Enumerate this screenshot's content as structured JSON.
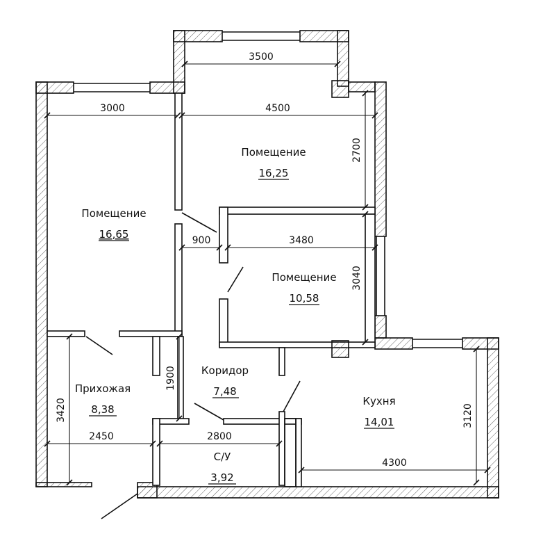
{
  "rooms": [
    {
      "name": "Помещение",
      "area": "16,65"
    },
    {
      "name": "Помещение",
      "area": "16,25"
    },
    {
      "name": "Помещение",
      "area": "10,58"
    },
    {
      "name": "Коридор",
      "area": "7,48"
    },
    {
      "name": "Прихожая",
      "area": "8,38"
    },
    {
      "name": "Кухня",
      "area": "14,01"
    },
    {
      "name": "С/У",
      "area": "3,92"
    }
  ],
  "dimensions": {
    "balcony_width": "3500",
    "room1_width": "3000",
    "room2_width": "4500",
    "room2_depth": "2700",
    "door_gap": "900",
    "room3_width": "3480",
    "room3_depth": "3040",
    "corridor_depth": "1900",
    "hall_depth": "3420",
    "hall_width": "2450",
    "bath_width": "2800",
    "kitchen_depth": "3120",
    "kitchen_width": "4300"
  },
  "colors": {
    "line": "#111111",
    "hatch": "#555555",
    "background": "#ffffff"
  }
}
